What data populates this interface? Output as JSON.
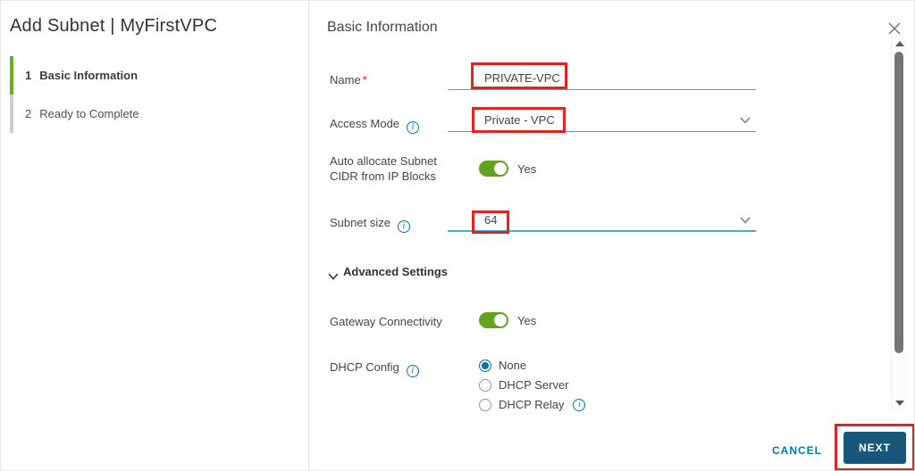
{
  "dialog": {
    "title": "Add Subnet | MyFirstVPC"
  },
  "wizard": {
    "steps": [
      {
        "number": "1",
        "label": "Basic Information",
        "active": true
      },
      {
        "number": "2",
        "label": "Ready to Complete",
        "active": false
      }
    ]
  },
  "form": {
    "heading": "Basic Information",
    "name": {
      "label": "Name",
      "required_mark": "*",
      "value": "PRIVATE-VPC"
    },
    "access_mode": {
      "label": "Access Mode",
      "value": "Private - VPC"
    },
    "auto_allocate": {
      "label": "Auto allocate Subnet CIDR from IP Blocks",
      "toggle_state": "Yes",
      "enabled": true
    },
    "subnet_size": {
      "label": "Subnet size",
      "value": "64"
    },
    "advanced": {
      "label": "Advanced Settings",
      "expanded": true
    },
    "gateway": {
      "label": "Gateway Connectivity",
      "toggle_state": "Yes",
      "enabled": true
    },
    "dhcp": {
      "label": "DHCP Config",
      "options": [
        {
          "label": "None",
          "selected": true
        },
        {
          "label": "DHCP Server",
          "selected": false
        },
        {
          "label": "DHCP Relay",
          "selected": false,
          "has_info": true
        }
      ]
    }
  },
  "footer": {
    "cancel_label": "CANCEL",
    "next_label": "NEXT"
  },
  "icons": {
    "info": "i"
  },
  "colors": {
    "step_active_green": "#61b715",
    "toggle_green": "#62a420",
    "info_blue": "#0079b8",
    "radio_selected_blue": "#0072a3",
    "focus_underline_blue": "#49afd9",
    "primary_button_blue": "#19567c",
    "cancel_link_blue": "#0079b8",
    "annotation_red": "#e52222",
    "required_red": "#e12200"
  }
}
